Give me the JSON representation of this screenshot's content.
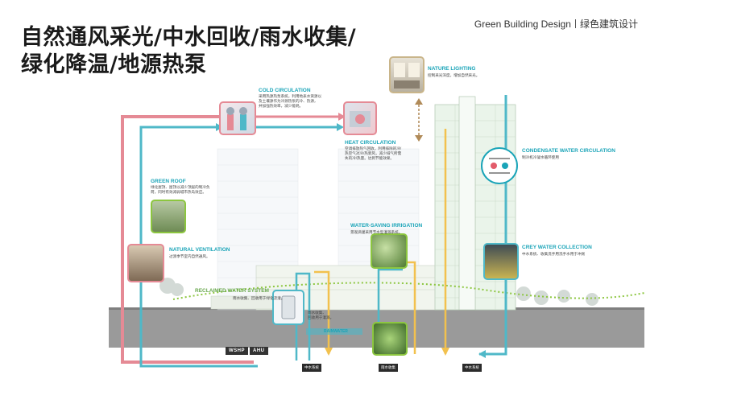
{
  "title": {
    "line1": "自然通风采光/中水回收/雨水收集/",
    "line2": "绿化降温/地源热泵"
  },
  "brand": {
    "en": "Green Building Design",
    "cn": "绿色建筑设计"
  },
  "labels": {
    "cold_circulation": "COLD CIRCULATION",
    "cold_desc_1": "采用热源热泵系统，利用地表水资源以",
    "cold_desc_2": "及土壤源作为冷源热泵的冷、热源，",
    "cold_desc_3": "并加强热效率，减少能耗。",
    "heat_circulation": "HEAT CIRCULATION",
    "heat_desc_1": "空调排放热气回收，利用排除的冷/",
    "heat_desc_2": "热空气对冷/热新风，减少排气所需",
    "heat_desc_3": "失的冷/热量。达到节能效果。",
    "nature_lighting": "NATURE LIGHTING",
    "nature_desc": "控制采光深度，增加自然采光。",
    "green_roof": "GREEN ROOF",
    "green_roof_desc_1": "绿化屋顶、屋顶以减少顶层的制冷负",
    "green_roof_desc_2": "荷，同时有效减弱城市热岛效应。",
    "natural_ventilation": "NATURAL VENTILATION",
    "natural_ventilation_desc": "过渡季节室内自然通风。",
    "condensate": "CONDENSATE WATER CIRCULATION",
    "condensate_desc": "制冷机冷凝水循环使用",
    "water_saving": "WATER-SAVING IRRIGATION",
    "water_saving_desc": "景观滴灌采用节水型灌溉系统。",
    "grey_water": "CREY WATER COLLECTION",
    "grey_water_desc": "中水系统、收集洗手用洗手水用于冲厕",
    "reclaimed": "RECLAIMED WATER SYSTEM",
    "reclaimed_desc": "雨水收集、回收用于绿化浇灌。",
    "rain_desc_1": "雨水收集、",
    "rain_desc_2": "回收用于灌溉。",
    "rainwater_label": "RAINWATER"
  },
  "tags": {
    "wshp": "WSHP",
    "ahu": "AHU",
    "sub1": "中水系统",
    "sub2": "雨水收集",
    "sub3": "中水系统"
  },
  "colors": {
    "pink": "#e58a95",
    "teal": "#4fb8c8",
    "yellow": "#f2c14e",
    "green": "#8cc63f",
    "ground": "#9a9a9a",
    "brown": "#b08a58"
  }
}
